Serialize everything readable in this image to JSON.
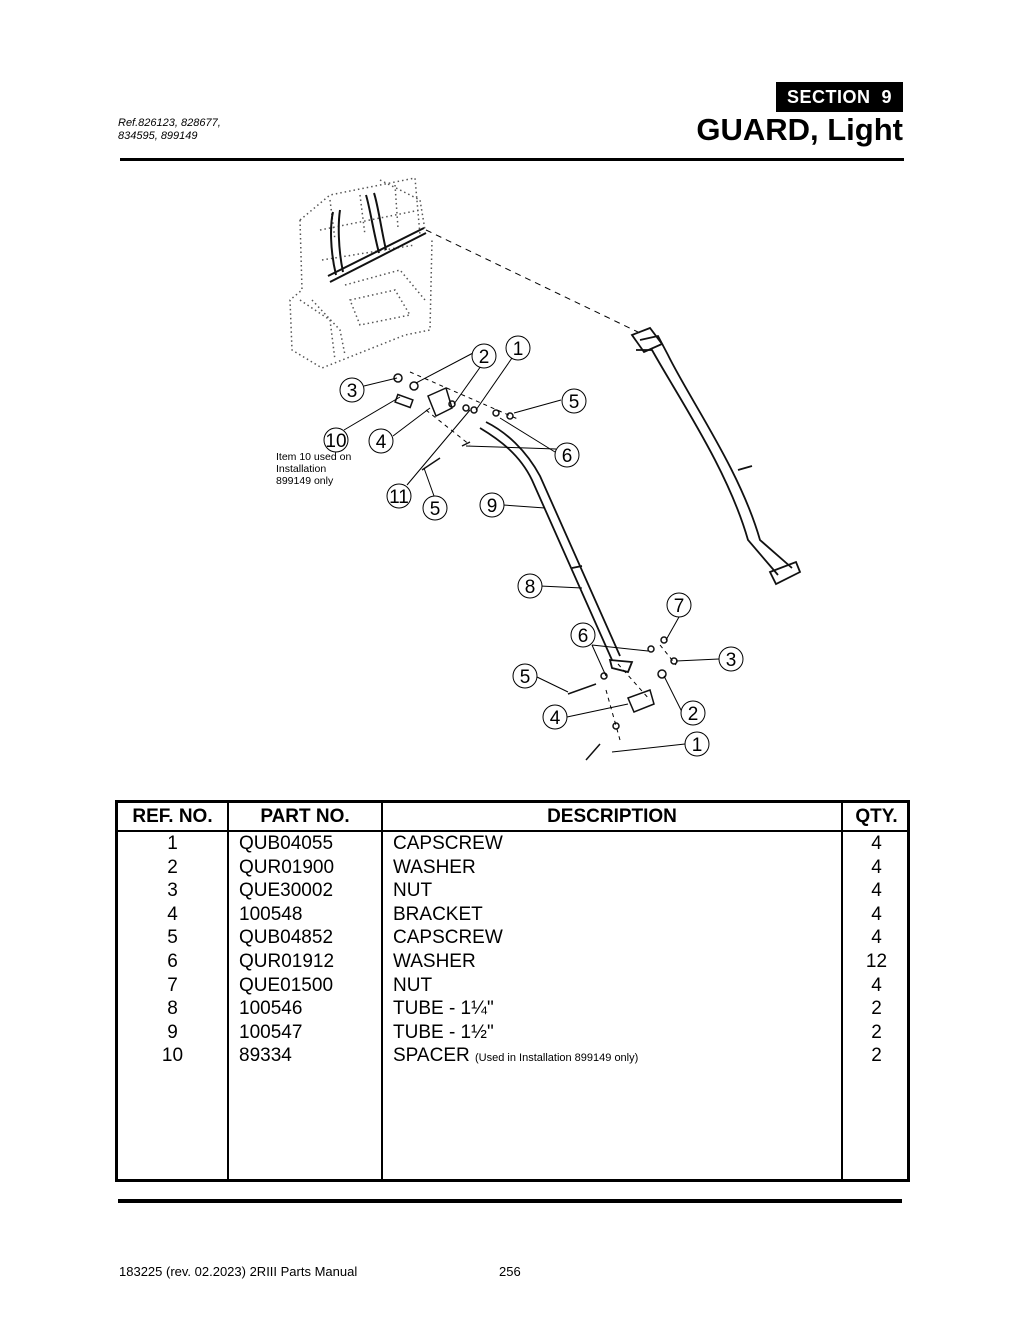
{
  "header": {
    "reference": [
      "Ref.826123, 828677,",
      "834595, 899149"
    ],
    "section_label": "SECTION",
    "section_number": "9",
    "title": "GUARD, Light"
  },
  "diagram": {
    "callouts": [
      "1",
      "2",
      "3",
      "10",
      "4",
      "5",
      "6",
      "11",
      "5",
      "9",
      "8",
      "7",
      "6",
      "3",
      "5",
      "4",
      "2",
      "1"
    ],
    "note": [
      "Item 10 used on",
      "Installation",
      "899149 only"
    ]
  },
  "table": {
    "headers": {
      "ref": "REF. NO.",
      "part": "PART NO.",
      "description": "DESCRIPTION",
      "qty": "QTY."
    },
    "rows": [
      {
        "ref": "1",
        "part": "QUB04055",
        "description": "CAPSCREW",
        "note": "",
        "qty": "4"
      },
      {
        "ref": "2",
        "part": "QUR01900",
        "description": "WASHER",
        "note": "",
        "qty": "4"
      },
      {
        "ref": "3",
        "part": "QUE30002",
        "description": "NUT",
        "note": "",
        "qty": "4"
      },
      {
        "ref": "4",
        "part": "100548",
        "description": "BRACKET",
        "note": "",
        "qty": "4"
      },
      {
        "ref": "5",
        "part": "QUB04852",
        "description": "CAPSCREW",
        "note": "",
        "qty": "4"
      },
      {
        "ref": "6",
        "part": "QUR01912",
        "description": "WASHER",
        "note": "",
        "qty": "12"
      },
      {
        "ref": "7",
        "part": "QUE01500",
        "description": "NUT",
        "note": "",
        "qty": "4"
      },
      {
        "ref": "8",
        "part": "100546",
        "description": "TUBE - 1¼\"",
        "note": "",
        "qty": "2"
      },
      {
        "ref": "9",
        "part": "100547",
        "description": "TUBE - 1½\"",
        "note": "",
        "qty": "2"
      },
      {
        "ref": "10",
        "part": "89334",
        "description": "SPACER",
        "note": "(Used in Installation 899149 only)",
        "qty": "2"
      }
    ]
  },
  "footer": {
    "manual": "183225  (rev. 02.2023) 2RIII Parts Manual",
    "page": "256"
  }
}
